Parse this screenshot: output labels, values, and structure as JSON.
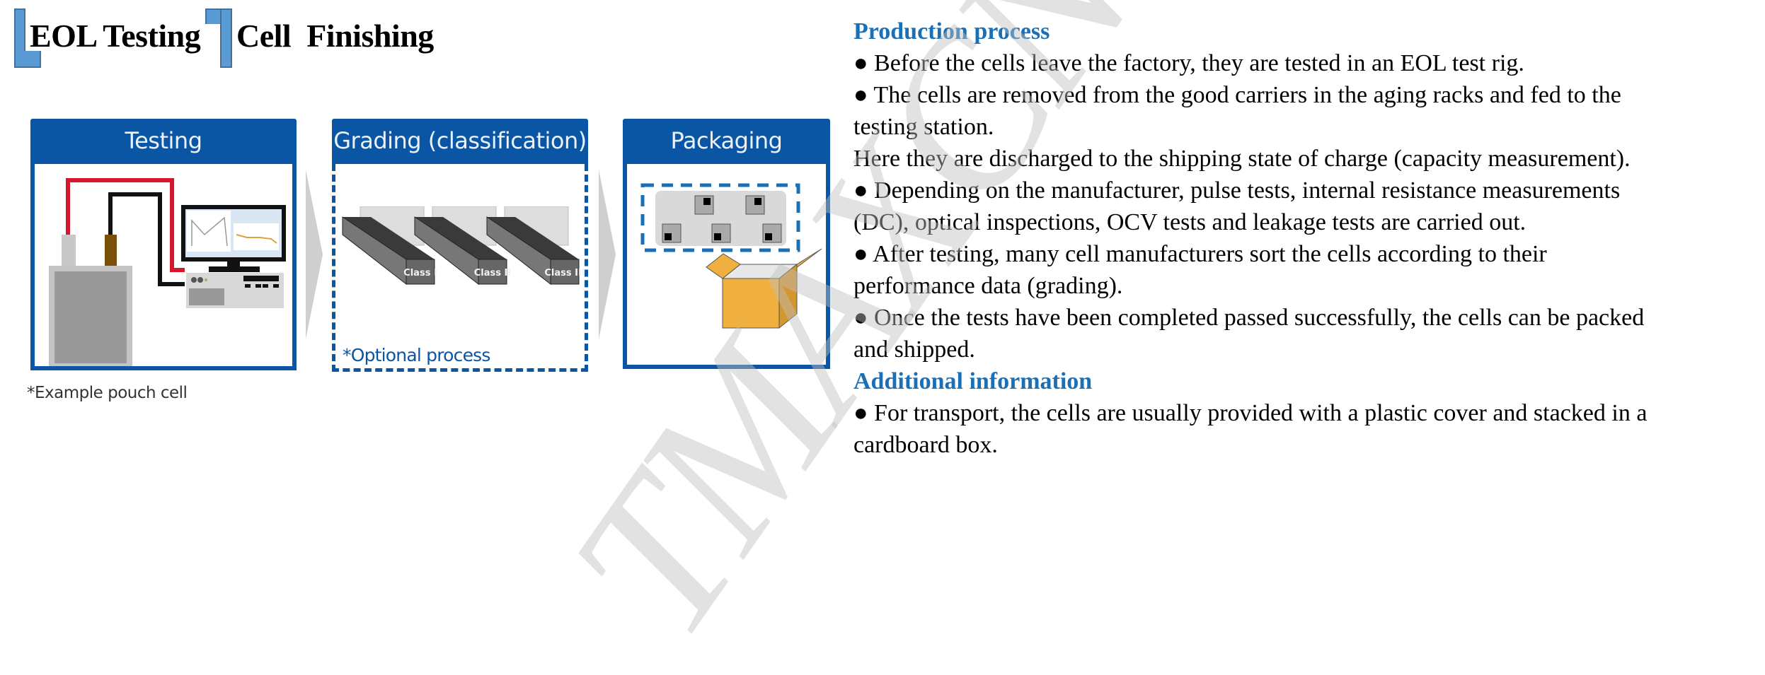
{
  "title": {
    "part1": "EOL Testing",
    "part2": "Cell  Finishing"
  },
  "process": {
    "boxes": [
      {
        "id": "testing",
        "label": "Testing"
      },
      {
        "id": "grading",
        "label": "Grading (classification)"
      },
      {
        "id": "packaging",
        "label": "Packaging"
      }
    ],
    "testing_caption": "*Example pouch cell",
    "grading_note": "*Optional process",
    "grading_bins": [
      "Class I",
      "Class II",
      "Class III"
    ]
  },
  "content": {
    "heading1": "Production process",
    "lines1": [
      "● Before the cells leave the factory, they are tested in an EOL test rig.",
      "● The cells are removed from the good carriers in the aging racks and fed to the",
      "testing station.",
      "Here they are discharged to the shipping state of charge (capacity measurement).",
      "● Depending on the manufacturer, pulse tests, internal resistance measurements",
      "(DC), optical inspections, OCV tests and leakage tests are carried out.",
      "● After testing, many cell manufacturers sort the cells according to their",
      "performance data (grading).",
      "● Once the tests have been completed passed successfully, the cells can be packed",
      "and shipped."
    ],
    "heading2": "Additional information",
    "lines2": [
      "● For transport, the cells are usually provided with a plastic cover and stacked in a",
      "cardboard box."
    ]
  },
  "watermark": "TMAXCN",
  "colors": {
    "box_blue": "#0b56a4",
    "heading_blue": "#1a6fb5",
    "bracket_blue": "#5b9bd5",
    "box_orange": "#f0b040"
  }
}
